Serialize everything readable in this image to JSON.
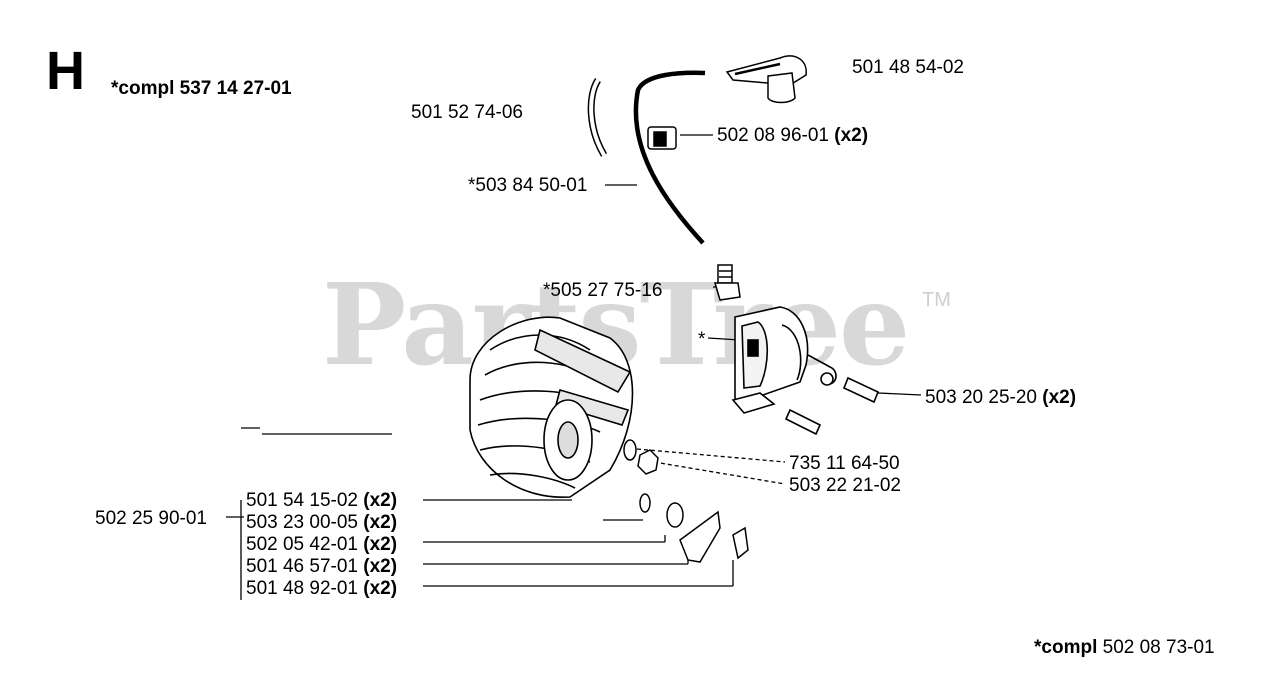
{
  "section_letter": "H",
  "assembly_top": {
    "prefix": "*compl",
    "number": "537 14 27-01"
  },
  "assembly_bottom": {
    "prefix": "*compl",
    "number": "502 08 73-01"
  },
  "watermark": "PartsTree",
  "watermark_tm": "TM",
  "parts": {
    "spark_cap": {
      "number": "501 48 54-02",
      "qty": ""
    },
    "sleeve": {
      "number": "501 52 74-06",
      "qty": ""
    },
    "clip": {
      "number": "502 08 96-01",
      "qty": "(x2)"
    },
    "ignition_cable": {
      "number": "*503 84 50-01",
      "qty": ""
    },
    "terminal": {
      "number": "*505 27 75-16",
      "qty": ""
    },
    "module_star": {
      "number": "*",
      "qty": ""
    },
    "module_screw": {
      "number": "503 20 25-20",
      "qty": "(x2)"
    },
    "washer": {
      "number": "735 11 64-50",
      "qty": ""
    },
    "nut": {
      "number": "503 22 21-02",
      "qty": ""
    },
    "flywheel": {
      "number": "502 25 90-01",
      "qty": ""
    },
    "pawl_screw": {
      "number": "501 54 15-02",
      "qty": "(x2)"
    },
    "pawl": {
      "number": "503 23 00-05",
      "qty": "(x2)"
    },
    "spring": {
      "number": "502 05 42-01",
      "qty": "(x2)"
    },
    "washer2": {
      "number": "501 46 57-01",
      "qty": "(x2)"
    },
    "lock": {
      "number": "501 48 92-01",
      "qty": "(x2)"
    }
  }
}
